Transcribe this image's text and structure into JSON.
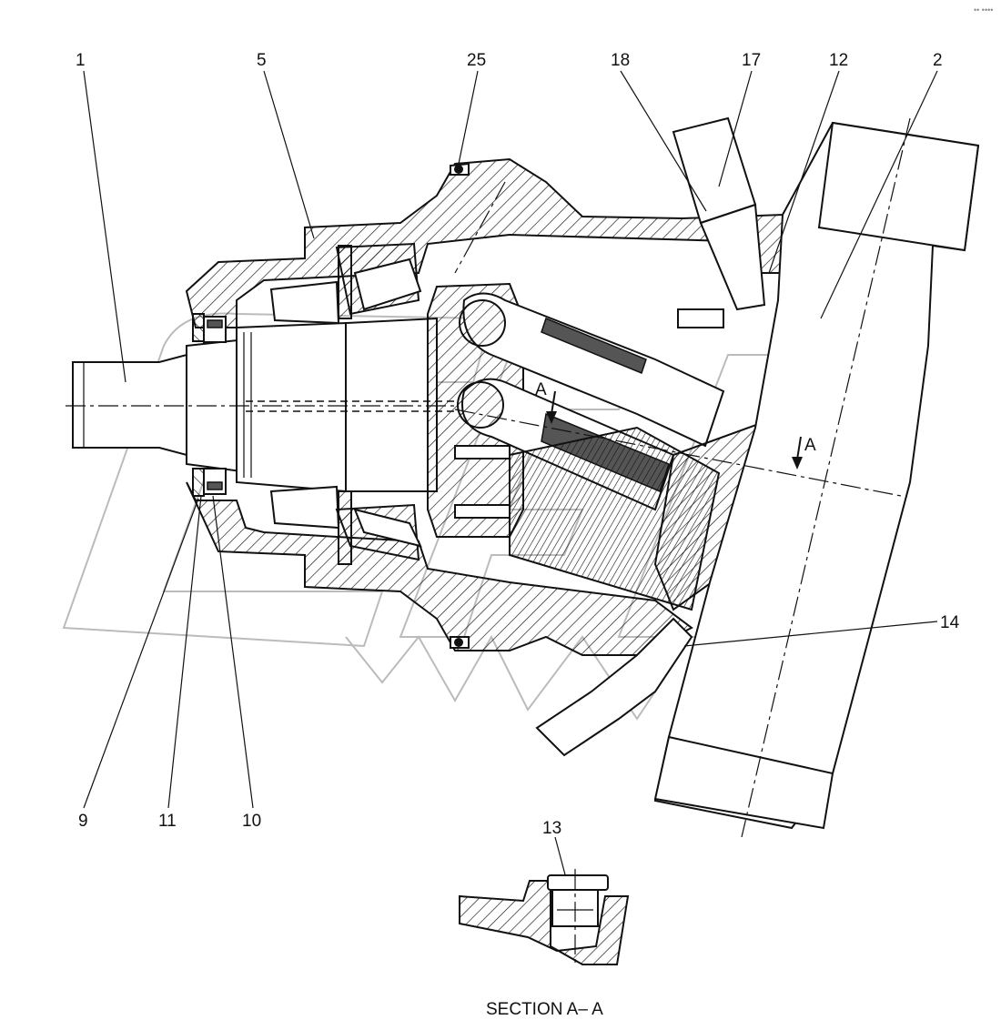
{
  "watermark": "•• ••••",
  "callouts": {
    "c1": "1",
    "c5": "5",
    "c25": "25",
    "c18": "18",
    "c17": "17",
    "c12": "12",
    "c2": "2",
    "c14": "14",
    "c9": "9",
    "c11": "11",
    "c10": "10",
    "c13": "13"
  },
  "section_marks": {
    "left": "A",
    "right": "A"
  },
  "caption": "SECTION A– A"
}
